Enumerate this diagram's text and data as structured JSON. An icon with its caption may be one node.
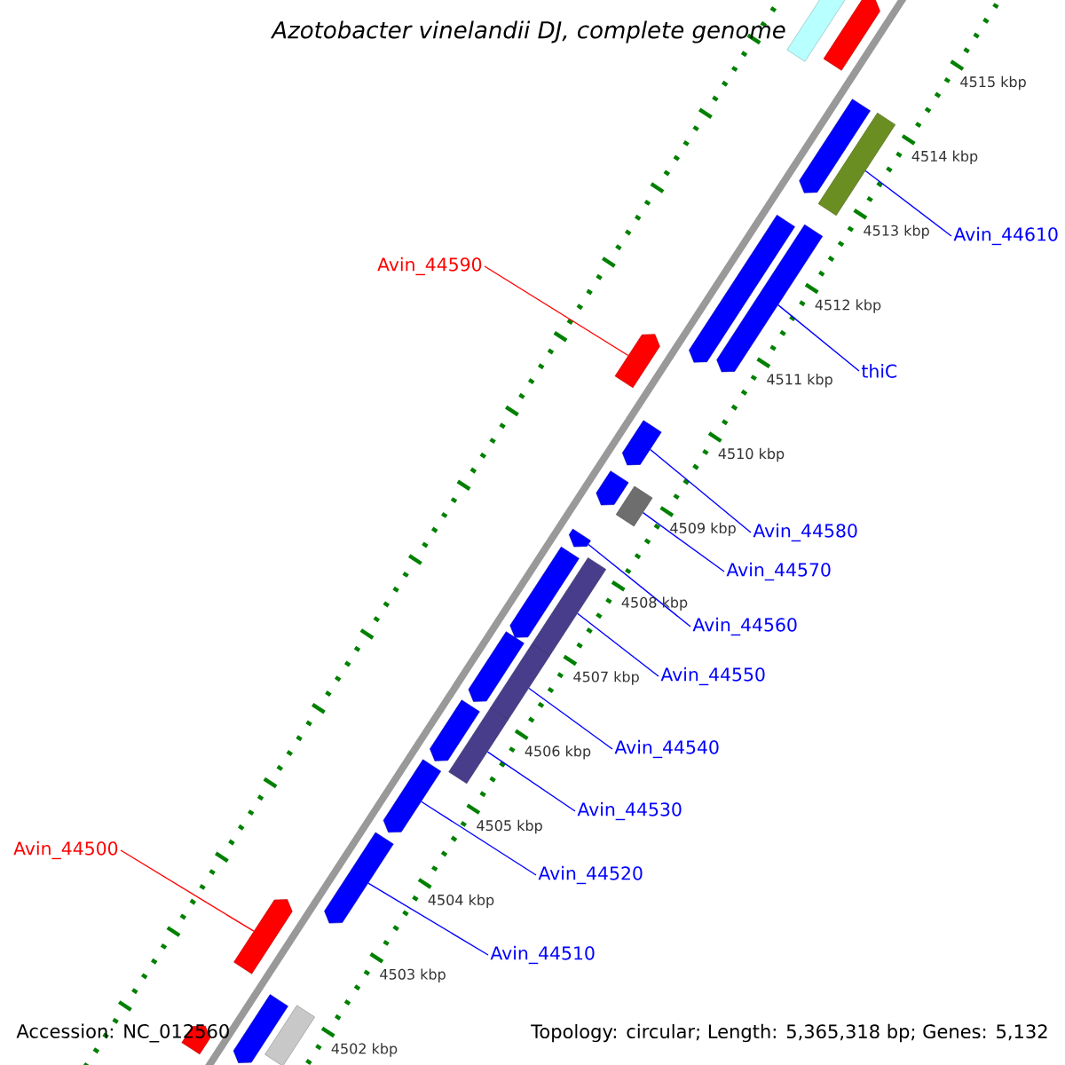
{
  "diagram": {
    "title": "Azotobacter vinelandii DJ, complete genome",
    "nodes": [
      {
        "text": [
          "Avin_44610"
        ]
      },
      {
        "text": [
          "thiC"
        ]
      },
      {
        "text": [
          "Avin_44590"
        ]
      },
      {
        "text": [
          "Avin_44580"
        ]
      },
      {
        "text": [
          "Avin_44570"
        ]
      },
      {
        "text": [
          "Avin_44560"
        ]
      },
      {
        "text": [
          "Avin_44550"
        ]
      },
      {
        "text": [
          "Avin_44540"
        ]
      },
      {
        "text": [
          "Avin_44530"
        ]
      },
      {
        "text": [
          "Avin_44520"
        ]
      },
      {
        "text": [
          "Avin_44500"
        ]
      },
      {
        "text": [
          "Avin_44510"
        ]
      },
      {
        "text": [],
        "shape": "pentagon"
      },
      {
        "text": [],
        "shape": "pentagon"
      },
      {
        "text": [],
        "shape": "pentagon"
      },
      {
        "text": [],
        "shape": "box"
      },
      {
        "text": [],
        "shape": "pentagon"
      },
      {
        "text": [],
        "shape": "pentagon"
      },
      {
        "text": [],
        "shape": "pentagon"
      },
      {
        "text": [],
        "shape": "pentagon"
      },
      {
        "text": [],
        "shape": "pentagon"
      },
      {
        "text": [],
        "shape": "box"
      },
      {
        "text": [],
        "shape": "pentagon"
      },
      {
        "text": [],
        "shape": "pentagon"
      },
      {
        "text": [],
        "shape": "box"
      },
      {
        "text": [],
        "shape": "pentagon"
      },
      {
        "text": [],
        "shape": "box"
      },
      {
        "text": [],
        "shape": "pentagon"
      },
      {
        "text": [],
        "shape": "box"
      },
      {
        "text": [],
        "shape": "pentagon"
      },
      {
        "text": [],
        "shape": "pentagon"
      },
      {
        "text": [],
        "shape": "pentagon"
      },
      {
        "text": [],
        "shape": "pentagon"
      },
      {
        "text": [],
        "shape": "box"
      },
      {
        "text": [],
        "shape": "pentagon"
      }
    ],
    "edges": [
      {
        "from": 0,
        "to": 15,
        "arrow": "none"
      },
      {
        "from": 1,
        "to": 17,
        "arrow": "none"
      },
      {
        "from": 2,
        "to": 18,
        "arrow": "none",
        "color": "#ff0000"
      },
      {
        "from": 3,
        "to": 19,
        "arrow": "none"
      },
      {
        "from": 4,
        "to": 21,
        "arrow": "none"
      },
      {
        "from": 5,
        "to": 22,
        "arrow": "none"
      },
      {
        "from": 6,
        "to": 24,
        "arrow": "none"
      },
      {
        "from": 7,
        "to": 26,
        "arrow": "none"
      },
      {
        "from": 8,
        "to": 28,
        "arrow": "none"
      },
      {
        "from": 9,
        "to": 29,
        "arrow": "none"
      },
      {
        "from": 10,
        "to": 31,
        "arrow": "none",
        "color": "#ff0000"
      },
      {
        "from": 11,
        "to": 30,
        "arrow": "none"
      }
    ],
    "labels": [
      "4515 kbp",
      "4514 kbp",
      "4513 kbp",
      "4512 kbp",
      "4511 kbp",
      "4510 kbp",
      "4509 kbp",
      "4508 kbp",
      "4507 kbp",
      "4506 kbp",
      "4505 kbp",
      "4504 kbp",
      "4503 kbp",
      "4502 kbp",
      "Accession: NC_012560",
      "Topology: circular; Length: 5,365,318 bp; Genes: 5,132"
    ]
  }
}
